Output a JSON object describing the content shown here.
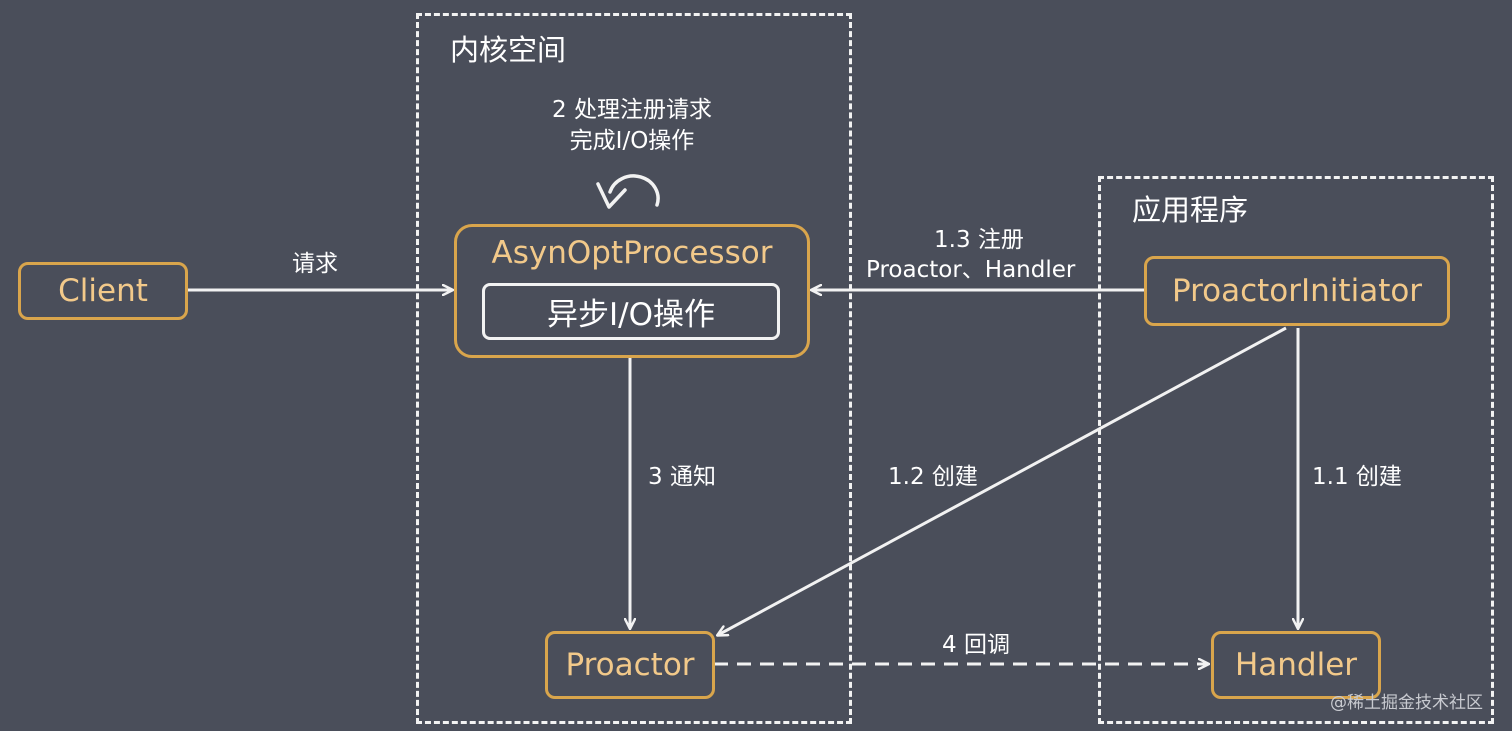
{
  "regions": {
    "kernel": "内核空间",
    "app": "应用程序"
  },
  "nodes": {
    "client": "Client",
    "processor": "AsynOptProcessor",
    "async_io": "异步I/O操作",
    "proactor": "Proactor",
    "initiator": "ProactorInitiator",
    "handler": "Handler"
  },
  "edges": {
    "request": "请求",
    "process_line1": "2 处理注册请求",
    "process_line2": "完成I/O操作",
    "register_line1": "1.3 注册",
    "register_line2": "Proactor、Handler",
    "notify": "3 通知",
    "create_12": "1.2 创建",
    "create_11": "1.1 创建",
    "callback": "4 回调"
  },
  "watermark": "@稀土掘金技术社区",
  "colors": {
    "background": "#4a4e5a",
    "node_border": "#d9a54c",
    "node_text": "#f2c98a",
    "line": "#f2f2f2"
  }
}
